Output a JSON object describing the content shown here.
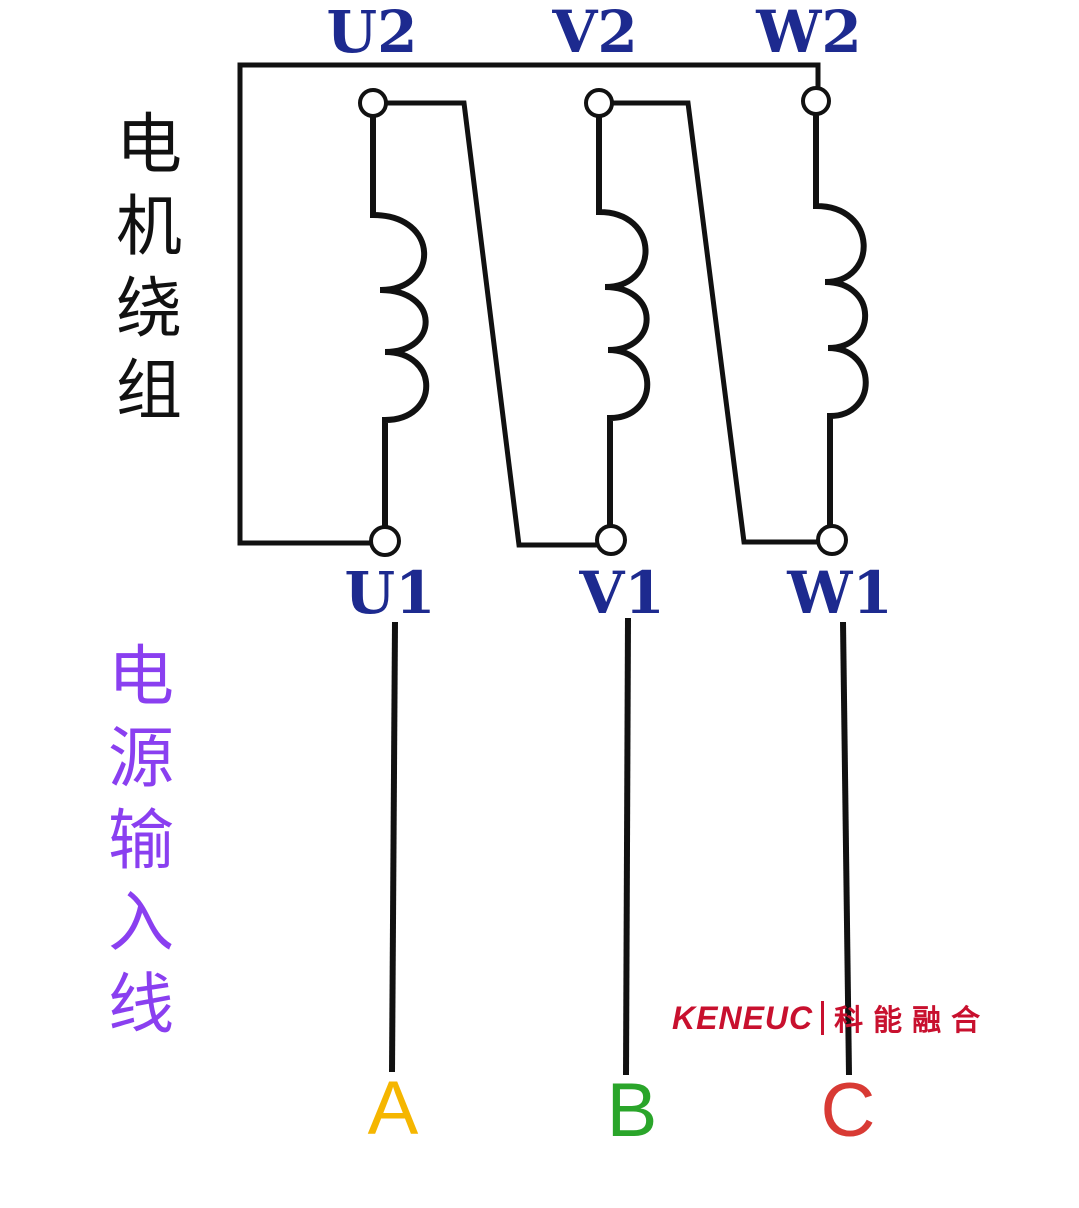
{
  "diagram": {
    "winding_title": "电机绕组",
    "input_title": "电源输入线",
    "terminals_top": [
      "U2",
      "V2",
      "W2"
    ],
    "terminals_bottom": [
      "U1",
      "V1",
      "W1"
    ],
    "phases": [
      {
        "label": "A",
        "color": "#f5b600"
      },
      {
        "label": "B",
        "color": "#2aa52a"
      },
      {
        "label": "C",
        "color": "#d83a34"
      }
    ],
    "colors": {
      "wire": "#111111",
      "terminal_label": "#1d2a8f",
      "winding_title": "#111111",
      "input_title": "#8a3ff0"
    }
  },
  "logo": {
    "brand": "KENEUC",
    "chinese": "科能融合",
    "color": "#c8102e"
  }
}
